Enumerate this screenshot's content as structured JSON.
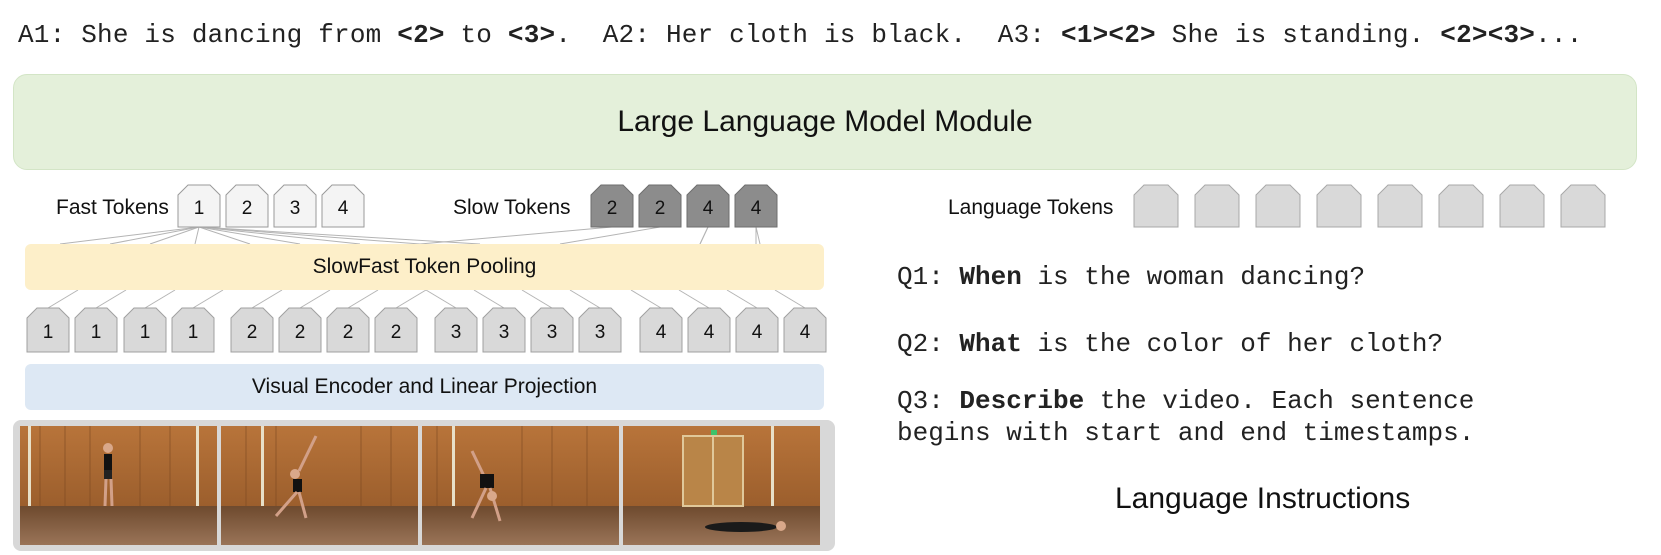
{
  "answers": {
    "a1_prefix": "A1: She is dancing from ",
    "a1_t1": "<2>",
    "a1_mid": " to ",
    "a1_t2": "<3>",
    "a1_end": ".  A2: Her cloth is black.  A3: ",
    "a3_t1": "<1><2>",
    "a3_mid": " She is standing. ",
    "a3_t2": "<2><3>",
    "a3_end": "..."
  },
  "llm_module": "Large Language Model Module",
  "fast_tokens": {
    "label": "Fast Tokens",
    "values": [
      "1",
      "2",
      "3",
      "4"
    ]
  },
  "slow_tokens": {
    "label": "Slow Tokens",
    "values": [
      "2",
      "2",
      "4",
      "4"
    ]
  },
  "pooling": "SlowFast Token Pooling",
  "frame_tokens": [
    "1",
    "1",
    "1",
    "1",
    "2",
    "2",
    "2",
    "2",
    "3",
    "3",
    "3",
    "3",
    "4",
    "4",
    "4",
    "4"
  ],
  "encoder": "Visual Encoder and Linear Projection",
  "language_tokens": {
    "label": "Language Tokens",
    "count": 8
  },
  "questions": {
    "q1_prefix": "Q1: ",
    "q1_bold": "When",
    "q1_rest": " is the woman dancing?",
    "q2_prefix": "Q2: ",
    "q2_bold": "What",
    "q2_rest": " is the color of her cloth?",
    "q3_prefix": "Q3: ",
    "q3_bold": "Describe",
    "q3_rest": " the video. Each sentence",
    "q3_line2": "begins with start and end timestamps."
  },
  "instructions_title": "Language Instructions",
  "colors": {
    "llm_fill": "#e4f0da",
    "pool_fill": "#fdefc9",
    "encoder_fill": "#dde8f4",
    "fast_token_fill": "#f4f4f4",
    "slow_token_fill": "#8c8c8c",
    "language_token_fill": "#d9d9d9",
    "frame_token_fill": "#d9d9d9"
  }
}
